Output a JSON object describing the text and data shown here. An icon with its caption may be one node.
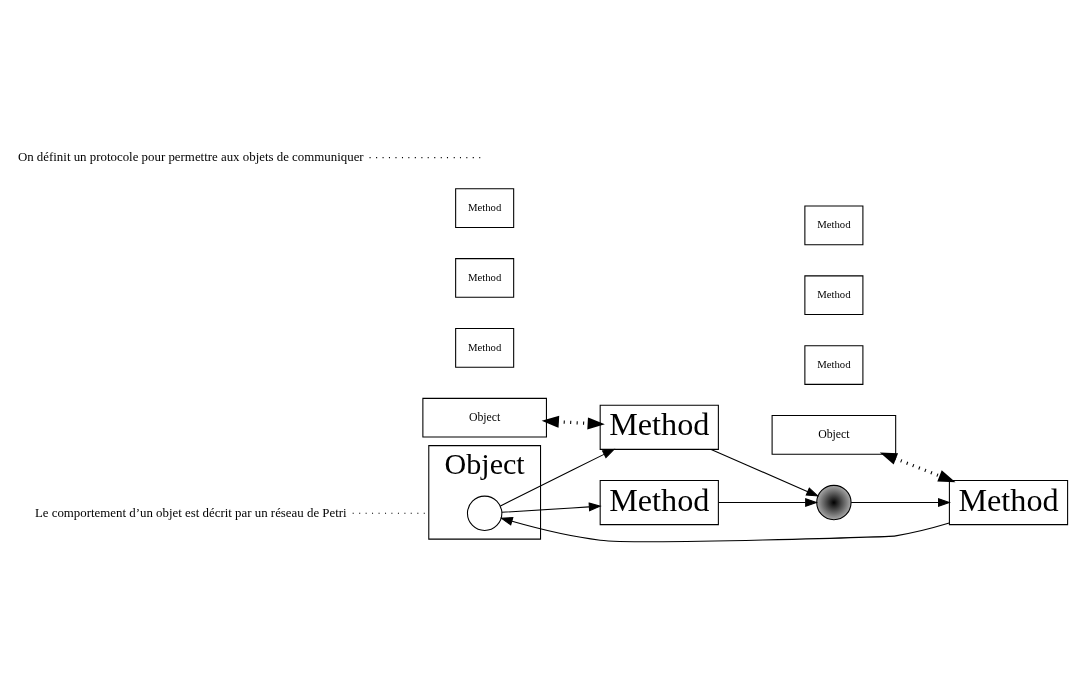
{
  "diagram": {
    "nodes": [
      {
        "text": [
          "Object"
        ]
      },
      {
        "text": [
          "Method"
        ]
      },
      {
        "text": [
          "Method"
        ]
      },
      {
        "text": [
          "Method"
        ]
      },
      {
        "text": [
          "Object"
        ]
      },
      {
        "text": [
          "Method"
        ]
      },
      {
        "text": [
          "Method"
        ]
      },
      {
        "text": [
          "Method"
        ]
      },
      {
        "text": [
          "On définit un protocole pour permettre aux objets de communiquer"
        ]
      },
      {
        "text": [
          "Object"
        ]
      },
      {
        "text": [
          "Method"
        ]
      },
      {
        "text": [],
        "shape": "circle"
      },
      {
        "text": [
          "Method"
        ]
      },
      {
        "text": [],
        "shape": "circle",
        "in": 9
      },
      {
        "text": [
          "Method"
        ]
      },
      {
        "text": [
          "Le comportement d’un objet est décrit par un réseau de Petri"
        ]
      }
    ],
    "edges": [
      {
        "from": 0,
        "to": 10,
        "arrow": "both",
        "style": "dashed"
      },
      {
        "from": 4,
        "to": 12,
        "arrow": "both",
        "style": "dashed"
      },
      {
        "from": 12,
        "to": 11,
        "arrow": "to"
      },
      {
        "from": 11,
        "to": 10,
        "arrow": "to"
      },
      {
        "from": 10,
        "to": 13,
        "arrow": "to"
      },
      {
        "from": 13,
        "to": 12,
        "arrow": "to"
      },
      {
        "from": 13,
        "to": 14,
        "arrow": "to"
      },
      {
        "from": 14,
        "to": 11,
        "arrow": "to"
      },
      {
        "from": 8,
        "to": null,
        "arrow": "none",
        "style": "dashed"
      },
      {
        "from": 15,
        "to": 9,
        "arrow": "none",
        "style": "dashed"
      }
    ]
  }
}
